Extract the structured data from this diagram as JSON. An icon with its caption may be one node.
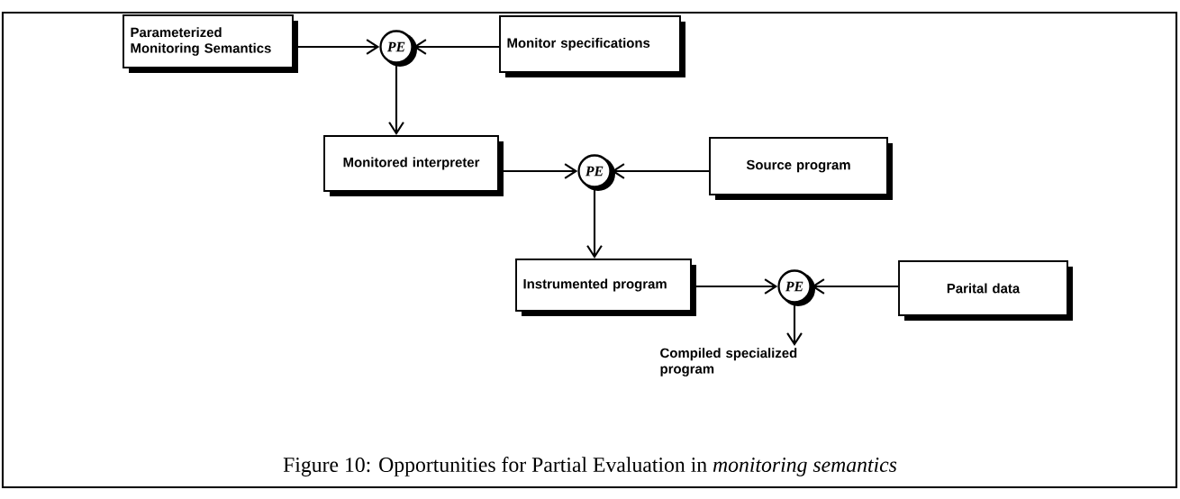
{
  "diagram": {
    "caption": "Figure 10: Opportunities for Partial Evaluation in *monitoring semantics*",
    "nodes": [
      {
        "text": [
          "Parameterized Monitoring Semantics"
        ]
      },
      {
        "text": [
          "PE"
        ]
      },
      {
        "text": [
          "Monitor specifications"
        ]
      },
      {
        "text": [
          "Monitored interpreter"
        ]
      },
      {
        "text": [
          "PE"
        ]
      },
      {
        "text": [
          "Source program"
        ]
      },
      {
        "text": [
          "Instrumented program"
        ]
      },
      {
        "text": [
          "PE"
        ]
      },
      {
        "text": [
          "Parital data"
        ]
      },
      {
        "text": [
          "Compiled specialized program"
        ]
      }
    ],
    "edges": [
      {
        "from": 0,
        "to": 1,
        "arrow": "to"
      },
      {
        "from": 2,
        "to": 1,
        "arrow": "to"
      },
      {
        "from": 1,
        "to": 3,
        "arrow": "to"
      },
      {
        "from": 3,
        "to": 4,
        "arrow": "to"
      },
      {
        "from": 5,
        "to": 4,
        "arrow": "to"
      },
      {
        "from": 4,
        "to": 6,
        "arrow": "to"
      },
      {
        "from": 6,
        "to": 7,
        "arrow": "to"
      },
      {
        "from": 8,
        "to": 7,
        "arrow": "to"
      },
      {
        "from": 7,
        "to": 9,
        "arrow": "to"
      }
    ]
  }
}
